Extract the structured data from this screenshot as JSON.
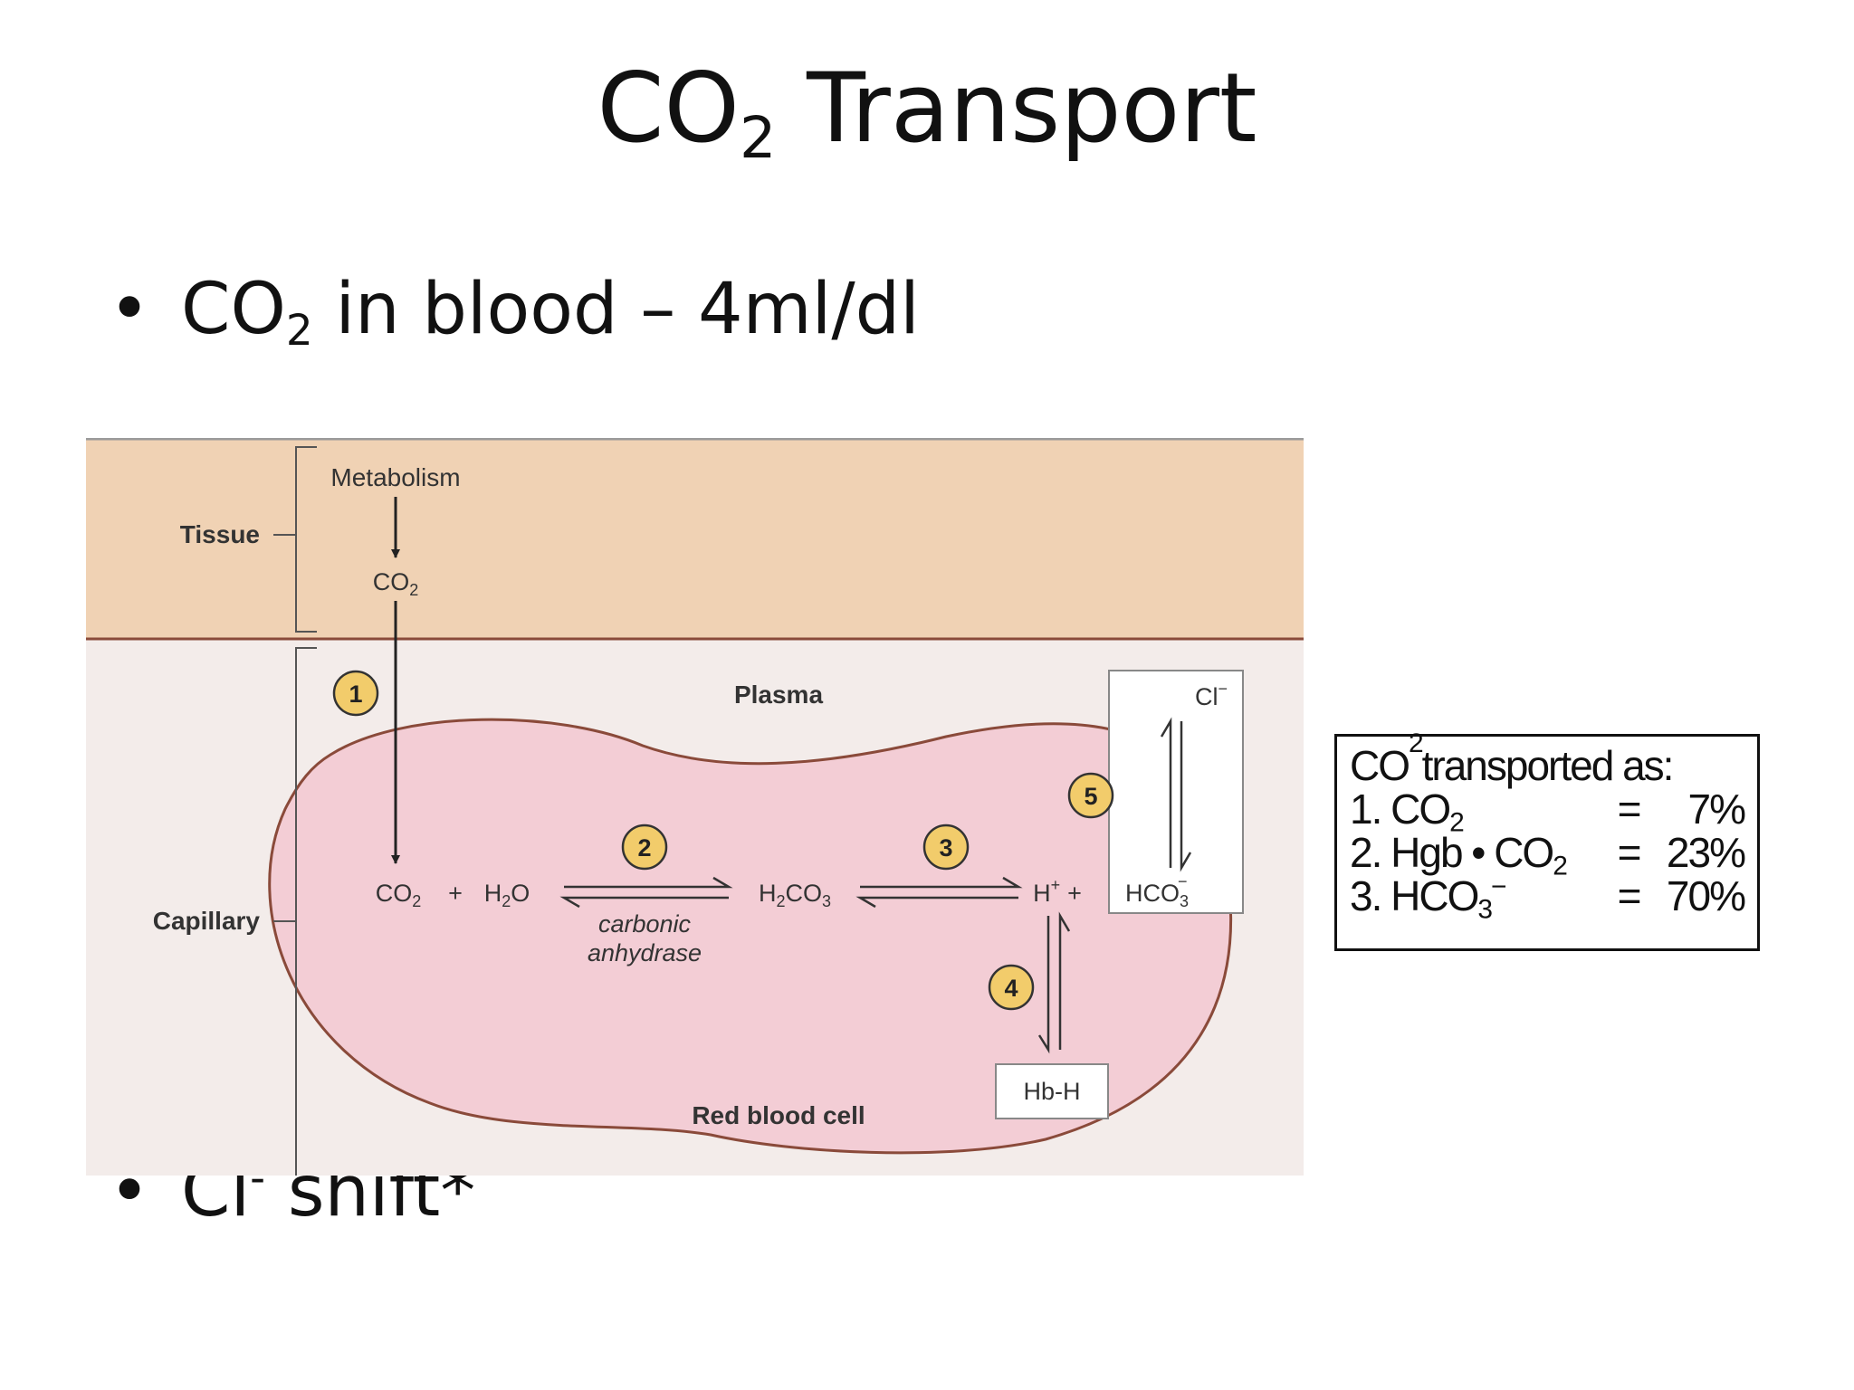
{
  "title": {
    "prefix": "CO",
    "sub": "2",
    "rest": " Transport"
  },
  "bullets": [
    {
      "prefix": "CO",
      "sub": "2",
      "rest": " in blood – 4ml/dl"
    },
    {
      "prefix": "Cl",
      "sup": "-",
      "rest": " shift*"
    }
  ],
  "diagram": {
    "regions": {
      "tissue": "Tissue",
      "capillary": "Capillary",
      "plasma": "Plasma",
      "red_blood_cell": "Red blood cell"
    },
    "metabolism": "Metabolism",
    "co2": "CO",
    "co2_sub": "2",
    "reaction": {
      "plus": "+",
      "h2o": "H",
      "h2o_sub": "2",
      "h2o_o": "O",
      "h2co3_h": "H",
      "h2co3_sub1": "2",
      "h2co3_co": "CO",
      "h2co3_sub2": "3",
      "h_plus": "H",
      "h_plus_sup": "+",
      "hco3": "HCO",
      "hco3_sub": "3",
      "hco3_sup": "−",
      "enzyme_line1": "carbonic",
      "enzyme_line2": "anhydrase",
      "hb_h": "Hb-H",
      "cl": "Cl",
      "cl_sup": "−"
    },
    "steps": [
      "1",
      "2",
      "3",
      "4",
      "5"
    ],
    "colors": {
      "tissue": "#f0d2b4",
      "capillary": "#f3ecea",
      "rbc": "#f3cdd5",
      "badge": "#f2cc6b"
    }
  },
  "summary": {
    "heading": {
      "prefix": "CO",
      "sub": "2",
      "rest": " transported as:"
    },
    "rows": [
      {
        "label": "1. CO",
        "label_sub": "2",
        "label_sup": "",
        "eq": "=",
        "value": "7%"
      },
      {
        "label": "2. Hgb • CO",
        "label_sub": "2",
        "label_sup": "",
        "eq": "=",
        "value": "23%"
      },
      {
        "label": "3. HCO",
        "label_sub": "3",
        "label_sup": "−",
        "eq": "=",
        "value": "70%"
      }
    ]
  }
}
